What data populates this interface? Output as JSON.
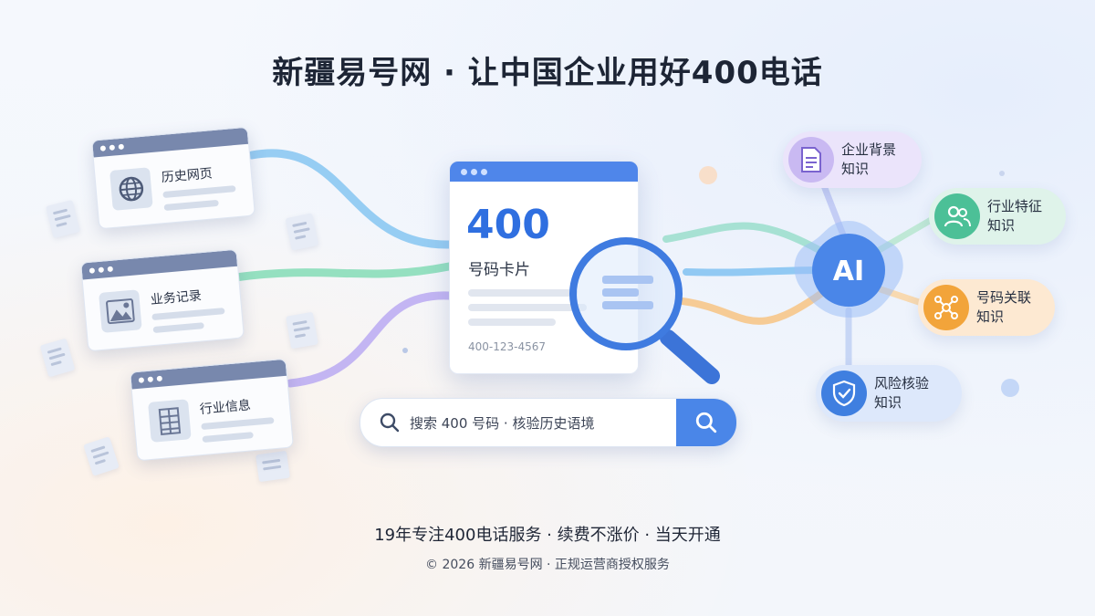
{
  "header": {
    "title": "新疆易号网 · 让中国企业用好400电话"
  },
  "sources": [
    {
      "label": "历史网页",
      "icon": "globe-icon"
    },
    {
      "label": "业务记录",
      "icon": "image-icon"
    },
    {
      "label": "行业信息",
      "icon": "building-icon"
    }
  ],
  "number_card": {
    "number": "400",
    "subtitle": "号码卡片",
    "phone": "400-123-4567"
  },
  "search": {
    "placeholder": "搜索 400 号码 · 核验历史语境",
    "button_icon": "search-icon"
  },
  "ai_hub": {
    "label": "AI"
  },
  "knowledge": [
    {
      "label_line1": "企业背景",
      "label_line2": "知识",
      "icon": "document-icon",
      "color": "#9a7fe6"
    },
    {
      "label_line1": "行业特征",
      "label_line2": "知识",
      "icon": "users-icon",
      "color": "#3fba8e"
    },
    {
      "label_line1": "号码关联",
      "label_line2": "知识",
      "icon": "network-icon",
      "color": "#f0a032"
    },
    {
      "label_line1": "风险核验",
      "label_line2": "知识",
      "icon": "shield-icon",
      "color": "#3f7fe0"
    }
  ],
  "footer": {
    "tagline": "19年专注400电话服务 · 续费不涨价 · 当天开通",
    "copyright": "© 2026 新疆易号网 · 正规运营商授权服务"
  },
  "colors": {
    "accent": "#4a86e8",
    "flow_blue": "#7cc0ef",
    "flow_green": "#7fd8b0",
    "flow_purple": "#b7a6f0",
    "flow_orange": "#f6c27a"
  }
}
